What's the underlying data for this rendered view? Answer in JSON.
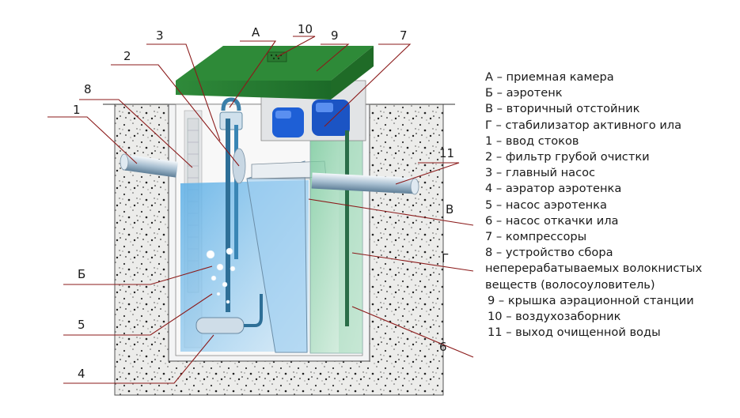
{
  "callouts": {
    "A": "А",
    "B": "Б",
    "V": "В",
    "G": "Г",
    "n1": "1",
    "n2": "2",
    "n3": "3",
    "n4": "4",
    "n5": "5",
    "n6": "6",
    "n7": "7",
    "n8": "8",
    "n9": "9",
    "n10": "10",
    "n11": "11"
  },
  "legend": [
    "А – приемная камера",
    "Б – аэротенк",
    "В – вторичный отстойник",
    "Г – стабилизатор активного ила",
    "1 – ввод стоков",
    "2 – фильтр грубой очистки",
    "3 – главный насос",
    "4 – аэратор аэротенка",
    "5 – насос аэротенка",
    "6 – насос откачки ила",
    "7 – компрессоры",
    "8 – устройство сбора неперерабатываемых волокнистых веществ (волосоуловитель)",
    "9 – крышка аэрационной станции",
    "10 – воздухозаборник",
    "11 – выход очищенной воды"
  ],
  "colors": {
    "lid": "#2e7d32",
    "water": "#7fbfe8",
    "stabilizer": "#7cc9a0",
    "compressor": "#1e5fd6",
    "leader_line": "#8b1a1a",
    "soil": "#e8e8e6"
  }
}
